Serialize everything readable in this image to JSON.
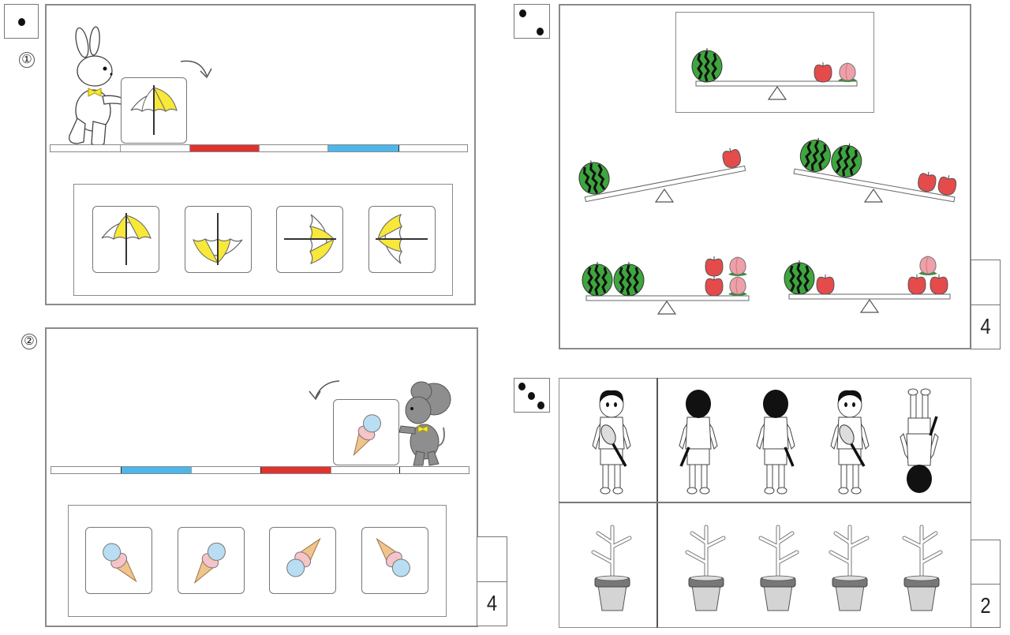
{
  "colors": {
    "red": "#e0332f",
    "blue": "#4db6ea",
    "yellow": "#f7e83a",
    "gray_mouse": "#8e8e8e",
    "watermelon_green": "#3ea63e",
    "apple_red": "#e54b4b",
    "peach_pink": "#eea0a8",
    "ice_blue": "#b9def3",
    "ice_pink": "#f6c3cf",
    "cone": "#f0c48c",
    "pot_gray": "#cfcfcf"
  },
  "sections": [
    {
      "id": "die-1",
      "die_pips": 1,
      "questions": [
        {
          "number_label": "①",
          "character": "rabbit",
          "object": "umbrella",
          "arrow_direction": "clockwise",
          "track_segments": [
            "white",
            "white",
            "red",
            "white",
            "blue",
            "white"
          ],
          "choices": [
            "umbrella-upright",
            "umbrella-upside-down",
            "umbrella-pointing-left",
            "umbrella-pointing-right"
          ]
        },
        {
          "number_label": "②",
          "character": "mouse",
          "object": "ice-cream",
          "arrow_direction": "counterclockwise",
          "track_segments": [
            "white",
            "blue",
            "white",
            "red",
            "white",
            "white"
          ],
          "choices": [
            "ice-cream-cone-lower-right",
            "ice-cream-cone-lower-left",
            "ice-cream-cone-upper-right",
            "ice-cream-cone-upper-left"
          ],
          "score": "4"
        }
      ]
    },
    {
      "id": "die-2",
      "die_pips": 2,
      "reference_scale": {
        "left": [
          "watermelon"
        ],
        "right": [
          "apple",
          "peach"
        ],
        "balanced": true
      },
      "scales": [
        {
          "left": [
            "watermelon"
          ],
          "right": [
            "apple"
          ],
          "tilt": "left-down"
        },
        {
          "left": [
            "watermelon",
            "watermelon"
          ],
          "right": [
            "apple",
            "apple"
          ],
          "tilt": "left-up"
        },
        {
          "left": [
            "watermelon",
            "watermelon"
          ],
          "right": [
            "apple",
            "apple",
            "peach",
            "peach"
          ],
          "tilt": "balanced"
        },
        {
          "left": [
            "watermelon",
            "apple"
          ],
          "right": [
            "apple",
            "apple",
            "peach"
          ],
          "tilt": "balanced"
        }
      ],
      "score": "4"
    },
    {
      "id": "die-3",
      "die_pips": 3,
      "boy_views": [
        "front",
        "back",
        "back",
        "front",
        "upside-down-back"
      ],
      "plant_views": [
        "reference",
        "option-1",
        "option-2",
        "option-3",
        "option-4"
      ],
      "score": "2"
    }
  ],
  "labels": {
    "q1": "①",
    "q2": "②",
    "score_q2": "4",
    "score_scales": "4",
    "score_views": "2"
  }
}
